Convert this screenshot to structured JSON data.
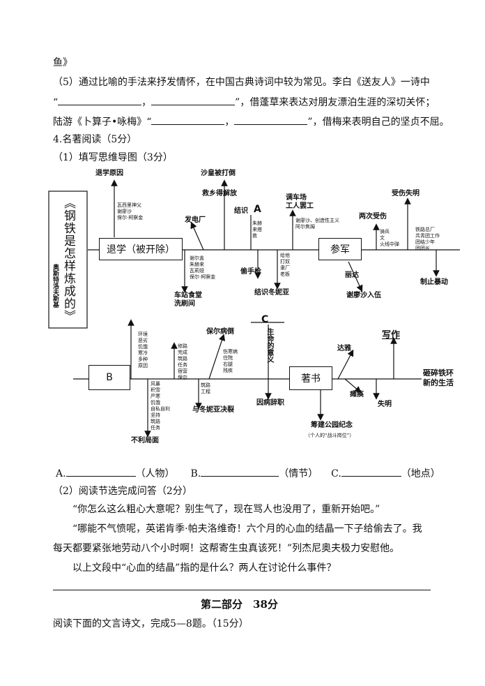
{
  "top": {
    "line1": "鱼》",
    "q5_intro": "（5）通过比喻的手法来抒发情怀，在中国古典诗词中较为常见。李白《送友人》一诗中",
    "q5_quote_open": "“",
    "q5_comma": "，",
    "q5_after1": "”，借蓬草来表达对朋友漂泊生涯的深切关怀；",
    "q5_lu": "陆游《卜算子•咏梅》“",
    "q5_after2": "”，借梅来表明自己的坚贞不屈。",
    "q4_title": "4.名著阅读（5分）",
    "q4_1": "（1）填写思维导图（3分）"
  },
  "mindmap": {
    "book_title": "《钢铁是怎样炼成的》",
    "author": "奥斯特洛夫斯基",
    "node_dropout": "退学（被开除）",
    "node_army": "参军",
    "node_b": "B",
    "node_book": "著书",
    "label_a": "A",
    "label_c": "C",
    "upper": {
      "tuixue_yuanyin": "退学原因",
      "shahuang": "沙皇被打倒",
      "jiuxiang": "救乡得解放",
      "diaoche": "调车场\n工人罢工",
      "shouyang": "受伤失明",
      "liangci": "两次受伤",
      "fadianchang": "发电厂",
      "jiejiu": "结识",
      "small_1": "瓦西里神父\n谢廖沙\n保尔·柯察金",
      "small_2": "朱赫\n来搭\n救",
      "small_3": "谢廖沙、创造性主义\n阿尔焦姆",
      "small_4": "骑兵\n文\n火线中弹",
      "small_5": "铁路总厂\n共青团工作\n团结少年\n团团长"
    },
    "lower": {
      "shoushang": "偷手枪",
      "jieshi": "结识冬妮亚",
      "chezhan": "车站食堂\n洗刷间",
      "xieliaosha": "谢廖沙入伍",
      "zhizhi": "制止暴动",
      "liwan": "丽达",
      "small_6": "谢尔盖\n朱赫来\n瓦莉娅\n保尔·柯察金",
      "small_7": "给他\n打奴\n隶厂\n老板"
    },
    "row2_upper": {
      "huanjing": "环境\n恶劣\n饥饿\n寒冷\n多种\n原因",
      "small_8": "修路\n完成\n筑路\n任务\n宿营\n保尔",
      "baoer_bing": "保尔病倒",
      "small_9": "伤寒病\n住院\n右腿\n残疾",
      "shengming": "生命的意义",
      "dazhao": "达雅",
      "xiezuo": "写作",
      "sui_gang": "砸碎铁环\n新的生活"
    },
    "row2_lower": {
      "small_10": "风暴\n积雪\n严寒\n饥饿\n自私自利\n坚持\n筑路\n任务\n",
      "buli": "不利局面",
      "small_11": "筑路\n工程",
      "dongniya": "与冬妮亚决裂",
      "bingmo": "因病辞职",
      "tanhuan": "瘫痪",
      "shiming": "失明",
      "fenjin": "筹建公园纪念",
      "fenjin_sub": "（个人的“战斗岗位”）"
    }
  },
  "answers": {
    "a_prefix": "A.",
    "a_suffix": "（人物）",
    "b_prefix": "B.",
    "b_suffix": "（情节）",
    "c_prefix": "C.",
    "c_suffix": "（地点）"
  },
  "reading": {
    "q2": "（2）阅读节选完成问答（2分）",
    "p1": "“你怎么这么粗心大意呢？别生气了，现在骂人也没用了，重新开始吧。”",
    "p2a": "“哪能不气愤呢，英诺肯季·帕夫洛维奇！六个月的心血的结晶一下子给偷去了。我",
    "p2b": "每天都要紧张地劳动八个小时啊！这帮寄生虫真该死！”列杰尼奥夫极力安慰他。",
    "p3": "以上文段中“心血的结晶”指的是什么？两人在讨论什么事件？"
  },
  "part2": {
    "title": "第二部分　38分",
    "instruction": "阅读下面的文言诗文，完成5—8题。（15分）"
  }
}
